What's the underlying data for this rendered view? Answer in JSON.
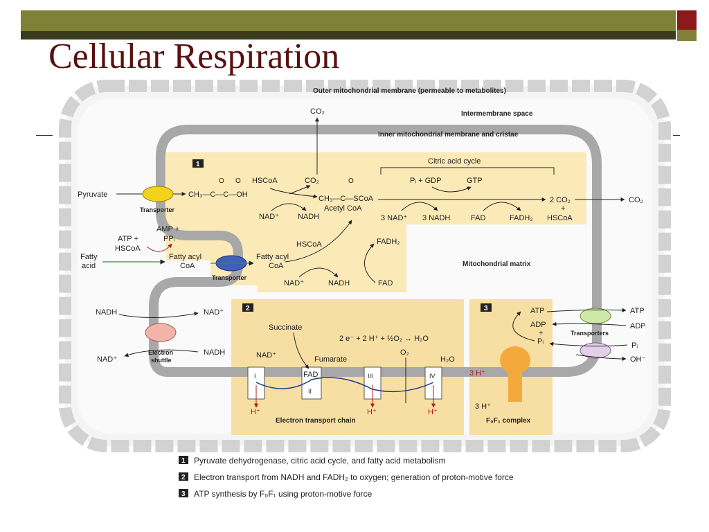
{
  "slide": {
    "title": "Cellular Respiration"
  },
  "labels": {
    "outer_membrane": "Outer mitochondrial membrane (permeable to metabolites)",
    "intermembrane": "Intermembrane space",
    "inner_membrane": "Inner mitochondrial membrane and cristae",
    "matrix": "Mitochondrial matrix",
    "citric_cycle": "Citric acid cycle",
    "co2": "CO₂",
    "pyruvate": "Pyruvate",
    "transporter": "Transporter",
    "transporters": "Transporters",
    "ch3_c_c_oh": "CH₃—C—C—OH",
    "o": "O",
    "hscoa": "HSCoA",
    "nad": "NAD⁺",
    "nadh": "NADH",
    "ch3_c_scoa": "CH₃—C—SCoA",
    "acetyl_coa": "Acetyl CoA",
    "pi_gdp": "Pᵢ + GDP",
    "gtp": "GTP",
    "three_nad": "3 NAD⁺",
    "three_nadh": "3 NADH",
    "fad": "FAD",
    "fadh2": "FADH₂",
    "two_co2": "2 CO₂",
    "plus": "+",
    "atp_plus": "ATP +",
    "amp_plus": "AMP +",
    "ppi": "PPᵢ",
    "fatty": "Fatty",
    "acid": "acid",
    "fatty_acyl": "Fatty acyl",
    "coa": "CoA",
    "electron": "Electron",
    "shuttle": "shuttle",
    "succinate": "Succinate",
    "fumarate": "Fumarate",
    "equation": "2 e⁻ + 2 H⁺ + ½O₂ → H₂O",
    "o2": "O₂",
    "h2o": "H₂O",
    "h_plus": "H⁺",
    "three_h": "3 H⁺",
    "etc": "Electron transport chain",
    "f0f1": "F₀F₁ complex",
    "atp": "ATP",
    "adp": "ADP",
    "pi": "Pᵢ",
    "oh": "OH⁻",
    "c1": "I",
    "c2": "II",
    "c3": "III",
    "c4": "IV",
    "n1": "1",
    "n2": "2",
    "n3": "3"
  },
  "legend": [
    {
      "num": "1",
      "text": "Pyruvate dehydrogenase, citric acid cycle, and fatty acid metabolism"
    },
    {
      "num": "2",
      "text": "Electron transport from NADH and FADH₂ to oxygen; generation of proton-motive force"
    },
    {
      "num": "3",
      "text": "ATP synthesis by F₀F₁ using proton-motive force"
    }
  ],
  "colors": {
    "title": "#5a1010",
    "membrane": "#a8a8a8",
    "matrix_fill": "#fbe9b8",
    "region_fill": "#f7dfa3",
    "transporter_yellow": "#f3d21c",
    "transporter_blue": "#3f5fb8",
    "shuttle_pink": "#f2b3a8",
    "transporter_green": "#cfe8a8",
    "transporter_lavender": "#e3d0e8",
    "synthase": "#f4a93c",
    "complex": "#ffffff",
    "proton": "#b01818"
  }
}
